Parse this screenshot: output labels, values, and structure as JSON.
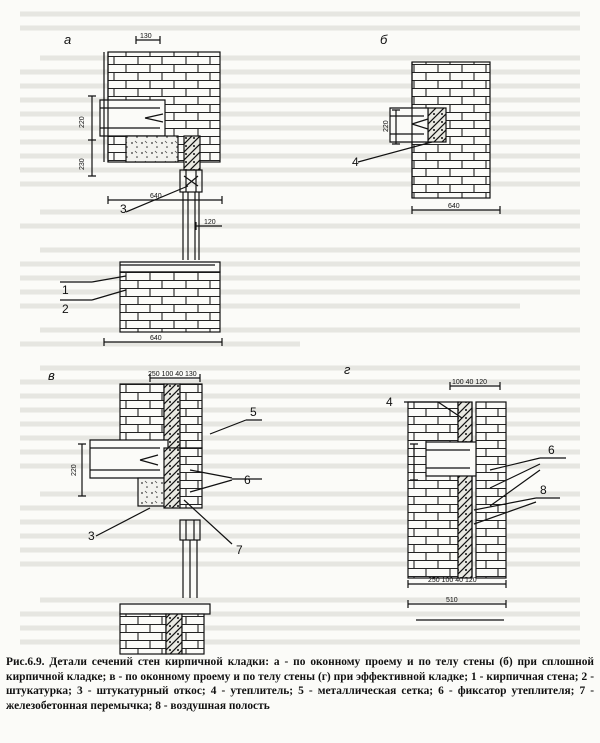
{
  "figure": {
    "panel_labels": {
      "a": "а",
      "b": "б",
      "v": "в",
      "g": "г"
    },
    "dimensions": {
      "a_top": "130",
      "a_side_upper": "220",
      "a_side_lower": "230",
      "a_width": "640",
      "a_gap": "120",
      "a_bottom_width": "640",
      "b_side": "220",
      "b_width": "640",
      "v_top": "250 100 40 130",
      "v_side": "220",
      "g_top": "100 40 120",
      "g_bottom": "250 100 40 120",
      "g_width": "510"
    },
    "callouts": {
      "a_1": "1",
      "a_2": "2",
      "a_3": "3",
      "b_4": "4",
      "v_5": "5",
      "v_6": "6",
      "v_3": "3",
      "v_7": "7",
      "g_4": "4",
      "g_6": "6",
      "g_8": "8"
    }
  },
  "caption": {
    "title": "Рис.6.9. Детали сечений стен  кирпичной кладки:",
    "text": " а - по оконному проему и по телу стены (б) при сплошной  кирпичной кладке; в - по оконному проему и по телу стены (г) при эффективной кладке; 1 - кирпичная стена; 2 - штукатурка; 3 - штукатурный откос; 4 - утеплитель; 5 - металлическая сетка; 6 - фиксатор утеплителя; 7 - железобетонная перемычка; 8 - воздушная полость"
  },
  "colors": {
    "ink": "#1c1c1c",
    "paper": "#fbfbf8",
    "ghost_text": "#c9c9c2"
  }
}
